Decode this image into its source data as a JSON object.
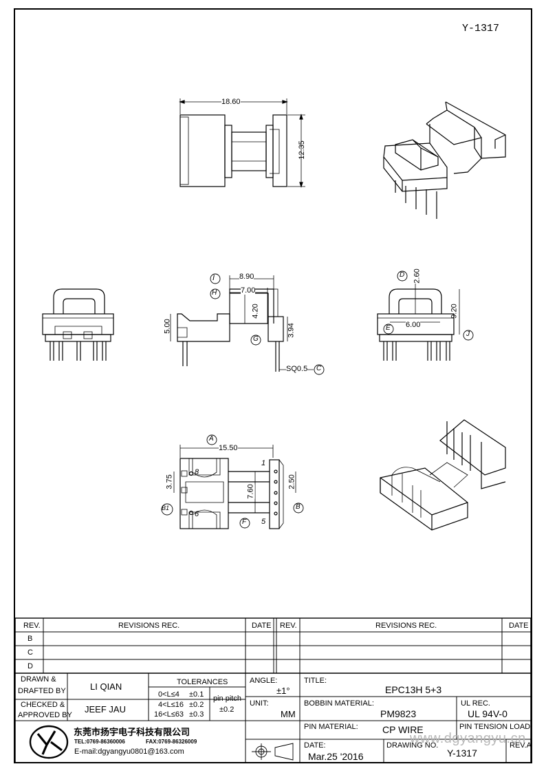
{
  "drawing_code": "Y-1317",
  "dimensions": {
    "top_width": "18.60",
    "top_height": "12.35",
    "side_width": "8.90",
    "side_inner": "7.00",
    "side_h1": "4.20",
    "side_h2": "5.00",
    "side_h3": "3.94",
    "pin_sq": "SQ0.5",
    "front_h1": "2.60",
    "front_h2": "9.20",
    "front_w": "6.00",
    "bottom_width": "15.50",
    "bottom_h1": "3.75",
    "bottom_h2": "7.60",
    "bottom_h3": "2.50"
  },
  "markers": {
    "I": "I",
    "H": "H",
    "G": "G",
    "C": "C",
    "D": "D",
    "E": "E",
    "J": "J",
    "A": "A",
    "B1": "B1",
    "F": "F",
    "B": "B"
  },
  "pins": {
    "p1": "1",
    "p5": "5",
    "p8": "8",
    "p6": "6"
  },
  "revisions": {
    "rev_label": "REV.",
    "revisions_label": "REVISIONS  REC.",
    "date_label": "DATE",
    "rows": [
      "B",
      "C",
      "D"
    ]
  },
  "title_block": {
    "drawn_label": "DRAWN &",
    "drafted_label": "DRAFTED BY",
    "drawn_value": "LI QIAN",
    "checked_label": "CHECKED &",
    "approved_label": "APPROVED BY",
    "checked_value": "JEEF JAU",
    "tolerances_label": "TOLERANCES",
    "tol1": "0<L≤4",
    "tol1v": "±0.1",
    "tol2": "4<L≤16",
    "tol2v": "±0.2",
    "tol3": "16<L≤63",
    "tol3v": "±0.3",
    "pin_pitch_label": "pin pitch",
    "pin_pitch_value": "±0.2",
    "angle_label": "ANGLE:",
    "angle_value": "±1°",
    "unit_label": "UNIT:",
    "unit_value": "MM",
    "title_label": "TITLE:",
    "title_value": "EPC13H 5+3",
    "bobbin_label": "BOBBIN MATERIAL:",
    "bobbin_value": "PM9823",
    "ul_label": "UL REC.",
    "ul_value": "UL 94V-0",
    "pin_mat_label": "PIN MATERIAL:",
    "pin_mat_value": "CP WIRE",
    "pin_tension_label": "PIN TENSION LOAD:",
    "date_label": "DATE:",
    "date_value": "Mar.25 '2016",
    "drawing_no_label": "DRAWING NO.",
    "drawing_no_value": "Y-1317",
    "rev_a_label": "REV.A",
    "company_name": "东莞市扬宇电子科技有限公司",
    "company_tel": "TEL:0769-86360006",
    "company_fax": "FAX:0769-86326009",
    "company_email": "E-mail:dgyangyu0801@163.com"
  },
  "watermark": "www.dgyangyu.cn"
}
